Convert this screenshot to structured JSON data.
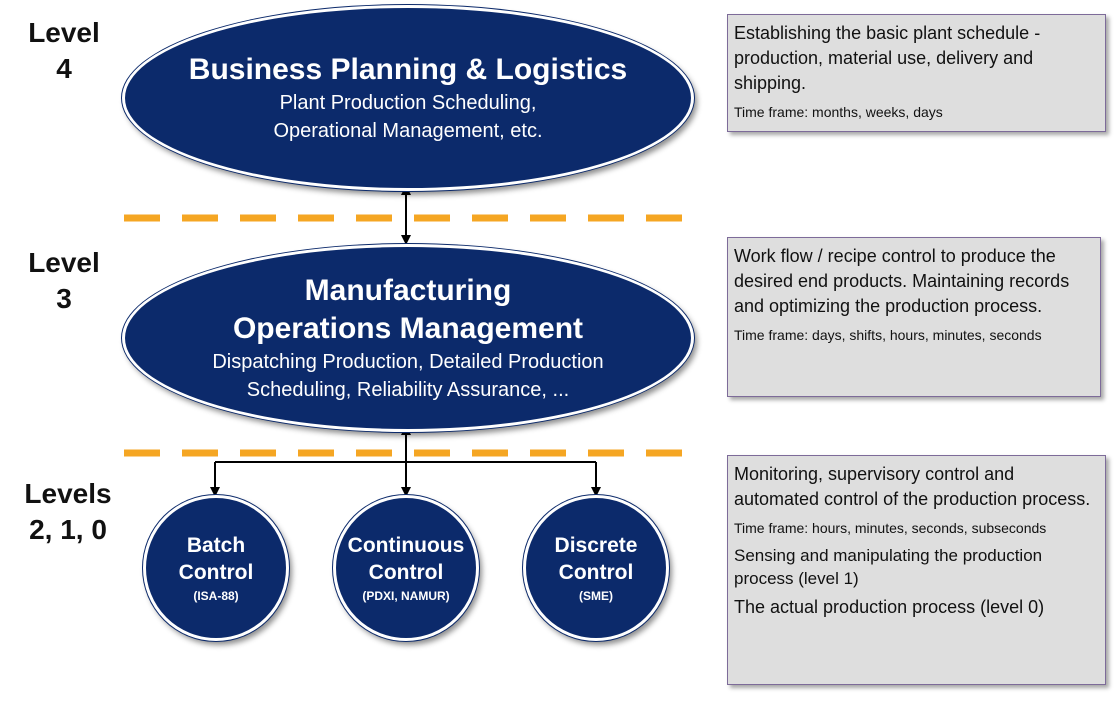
{
  "levels": {
    "l4": [
      "Level",
      "4"
    ],
    "l3": [
      "Level",
      "3"
    ],
    "l210": [
      "Levels",
      "2, 1, 0"
    ]
  },
  "level4": {
    "title": "Business Planning & Logistics",
    "sub1": "Plant Production Scheduling,",
    "sub2": "Operational Management, etc.",
    "desc": "Establishing the basic plant schedule - production, material use, delivery and shipping.",
    "timeframe": "Time frame: months, weeks, days"
  },
  "level3": {
    "title1": "Manufacturing",
    "title2": "Operations Management",
    "sub1": "Dispatching Production, Detailed Production",
    "sub2": "Scheduling, Reliability Assurance, ...",
    "desc": "Work flow / recipe control to produce the desired end products. Maintaining records and optimizing the production process.",
    "timeframe": "Time frame: days, shifts, hours, minutes, seconds"
  },
  "level210": {
    "nodes": [
      {
        "name1": "Batch",
        "name2": "Control",
        "std": "(ISA-88)"
      },
      {
        "name1": "Continuous",
        "name2": "Control",
        "std": "(PDXI, NAMUR)"
      },
      {
        "name1": "Discrete",
        "name2": "Control",
        "std": "(SME)"
      }
    ],
    "desc": "Monitoring, supervisory control and automated control of the production process.",
    "timeframe": "Time frame: hours, minutes, seconds, subseconds",
    "level1": "Sensing and manipulating the production process (level 1)",
    "level0": "The actual production process (level 0)"
  },
  "colors": {
    "node_fill": "#0c2a6b",
    "divider": "#f5a623",
    "box_fill": "#dedede",
    "box_border": "#7d6b99"
  }
}
